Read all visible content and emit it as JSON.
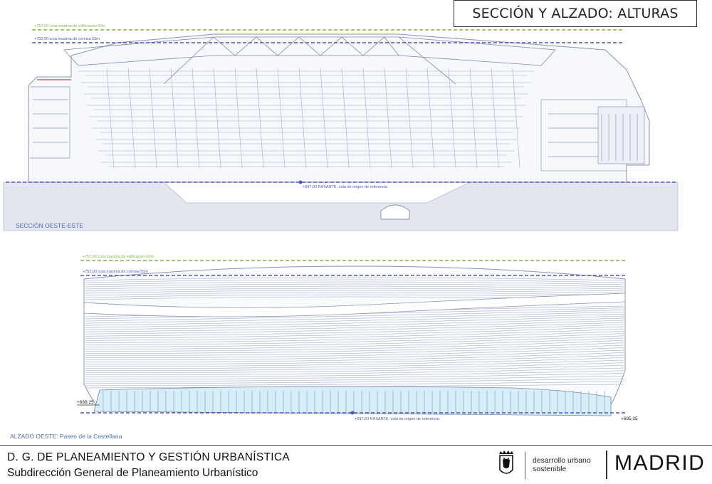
{
  "title": "SECCIÓN Y ALZADO: ALTURAS",
  "section": {
    "label": "SECCIÓN OESTE-ESTE",
    "max_building_height": "+757,00 cota maxima de edificacion 60m",
    "max_cornice_height": "+752,00 cota maxima de cornisa 55m",
    "grade_reference": "+697,00 RASANTE, cota de origen de referencia"
  },
  "elevation": {
    "label": "ALZADO OESTE: Paseo de la Castellana",
    "max_building_height": "+757,00 cota maxima de edificacion 60m",
    "max_cornice_height": "+752,00 cota maxima de cornisa 55m",
    "grade_reference": "+697,00 RASANTE, cota de origen de referencia",
    "level_left": "+699,25",
    "level_right": "+695,25"
  },
  "footer": {
    "line1": "D. G. DE PLANEAMIENTO Y GESTIÓN URBANÍSTICA",
    "line2": "Subdirección General de Planeamiento Urbanístico",
    "dept_line1": "desarrollo urbano",
    "dept_line2": "sostenible",
    "brand": "MADRID"
  },
  "colors": {
    "height_line_green": "#7fb94a",
    "height_line_blue": "#4d55b8",
    "drawing_lines": "#8a93b8",
    "ground_fill": "#e3e6ef",
    "label_blue": "#4a6fb0"
  }
}
